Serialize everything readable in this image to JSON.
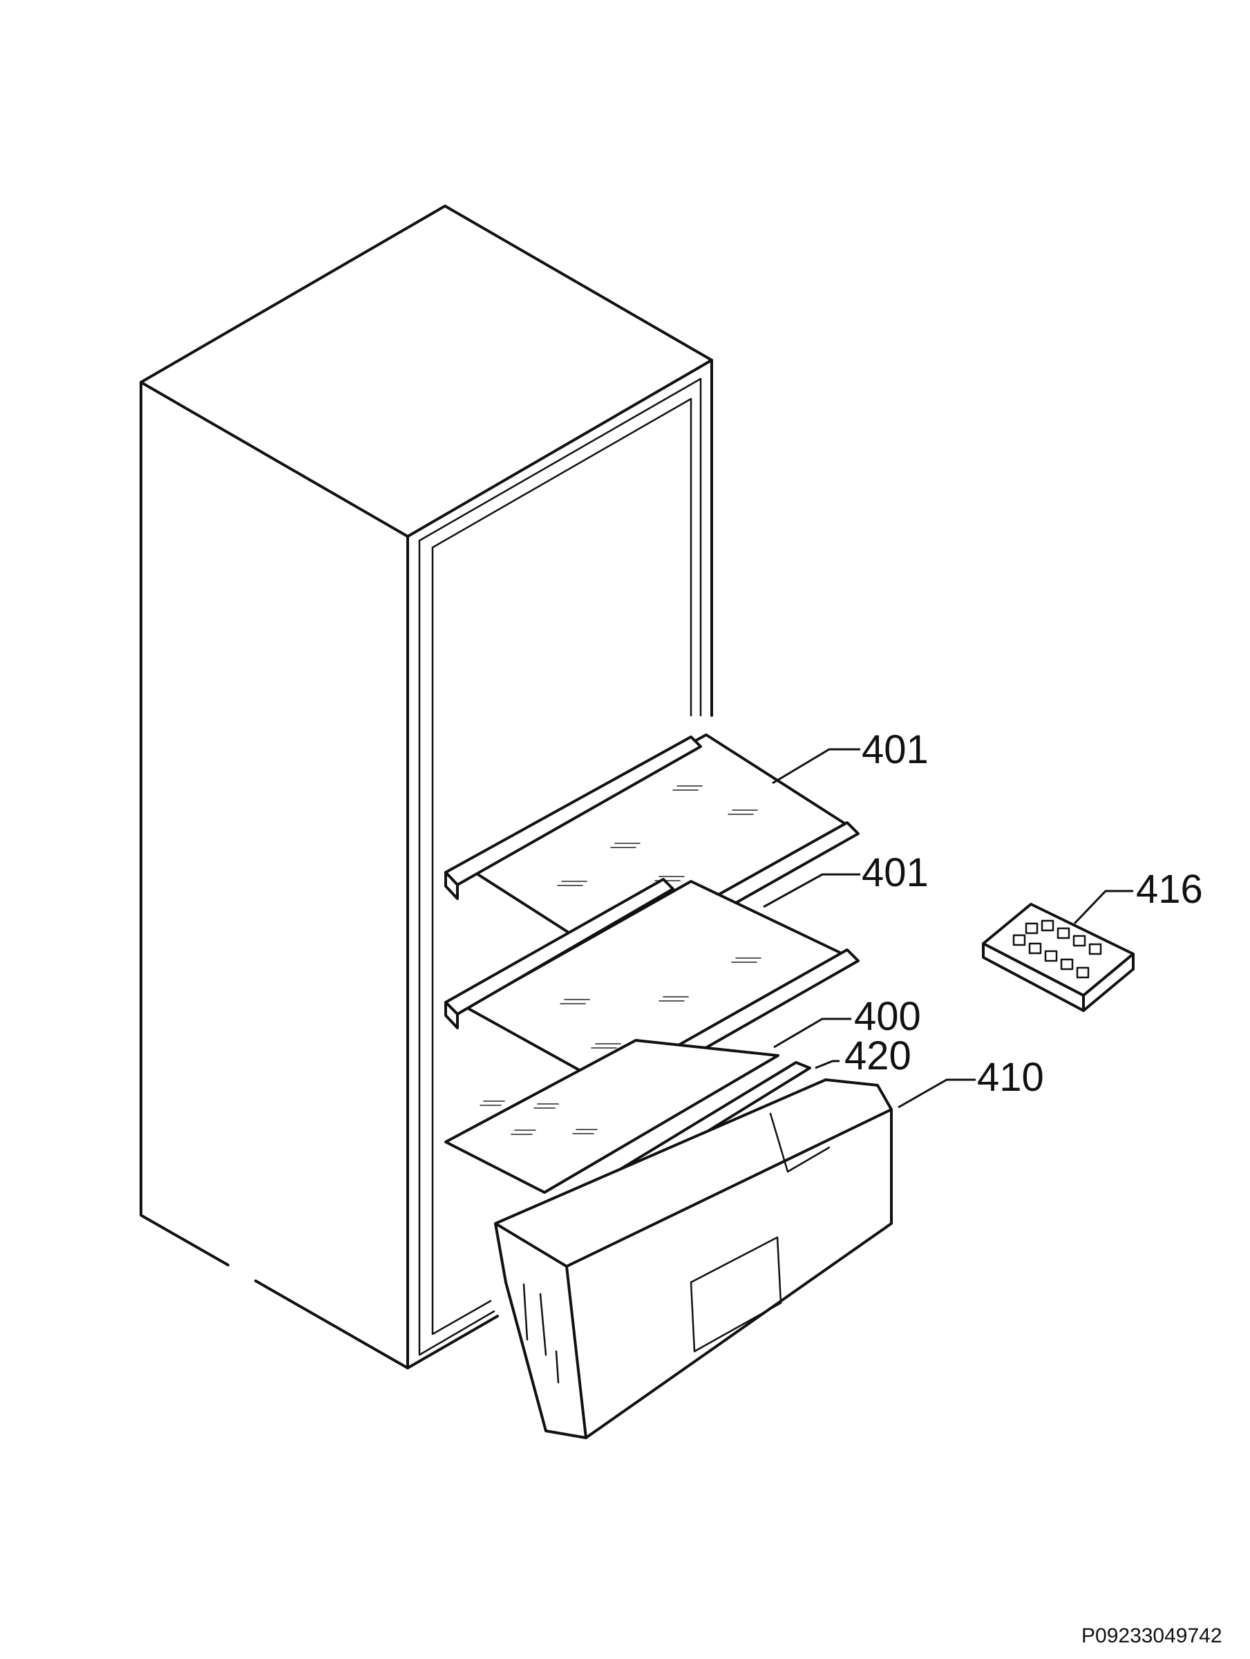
{
  "diagram": {
    "callouts": {
      "shelf_upper": "401",
      "shelf_middle": "401",
      "shelf_glass": "400",
      "crisper_rail": "420",
      "crisper_drawer": "410",
      "ice_tray": "416"
    },
    "document_code": "P09233049742"
  }
}
